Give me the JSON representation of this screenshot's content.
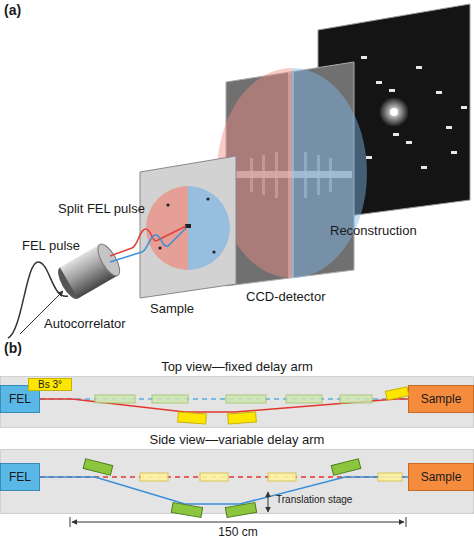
{
  "diagram": {
    "nodes": [
      {
        "text": [
          "Top view—fixed delay arm"
        ]
      },
      {
        "text": [
          "FEL"
        ],
        "in": 0
      },
      {
        "text": [
          "Bs 3°"
        ],
        "in": 0
      },
      {
        "text": [
          "Sample"
        ],
        "in": 0
      },
      {
        "text": [
          "Side view—variable delay arm"
        ]
      },
      {
        "text": [
          "FEL"
        ],
        "in": 4
      },
      {
        "text": [
          "Sample"
        ],
        "in": 4
      }
    ],
    "edges": [
      {
        "from": 1,
        "to": 3,
        "arrow": "none"
      },
      {
        "from": 1,
        "to": 3,
        "arrow": "none"
      },
      {
        "from": 5,
        "to": 6,
        "arrow": "none"
      },
      {
        "from": 5,
        "to": 6,
        "arrow": "none"
      }
    ],
    "labels": [
      "(a)",
      "FEL pulse",
      "Split FEL pulse",
      "Autocorrelator",
      "Sample",
      "CCD-detector",
      "Reconstruction",
      "(b)",
      "Translation stage",
      "150 cm"
    ]
  }
}
